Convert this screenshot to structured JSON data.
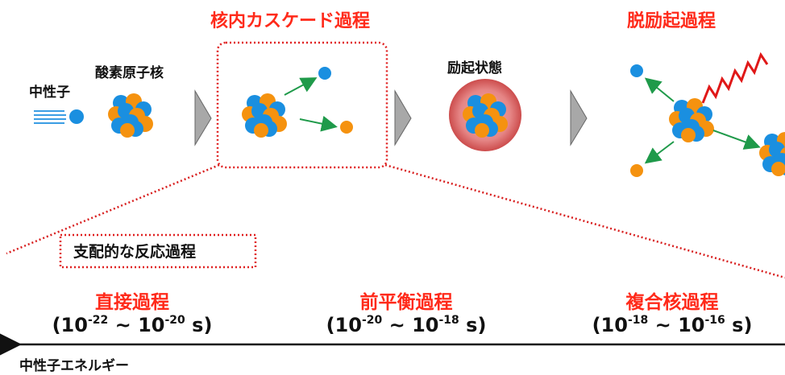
{
  "titles": {
    "cascade": "核内カスケード過程",
    "deexcitation": "脱励起過程"
  },
  "labels": {
    "neutron": "中性子",
    "oxygen_nucleus": "酸素原子核",
    "excited_state": "励起状態",
    "dominant_reaction": "支配的な反応過程",
    "neutron_energy": "中性子エネルギー"
  },
  "processes": [
    {
      "name": "直接過程",
      "t_lo": "-22",
      "t_hi": "-20"
    },
    {
      "name": "前平衡過程",
      "t_lo": "-20",
      "t_hi": "-18"
    },
    {
      "name": "複合核過程",
      "t_lo": "-18",
      "t_hi": "-16"
    }
  ],
  "time_base": "10",
  "time_sep": "~",
  "time_unit": "s",
  "colors": {
    "accent_red": "#ff2a1a",
    "proton_blue": "#1a8fe0",
    "neutron_orange": "#f5920f",
    "arrow_green": "#1f9a4a"
  }
}
